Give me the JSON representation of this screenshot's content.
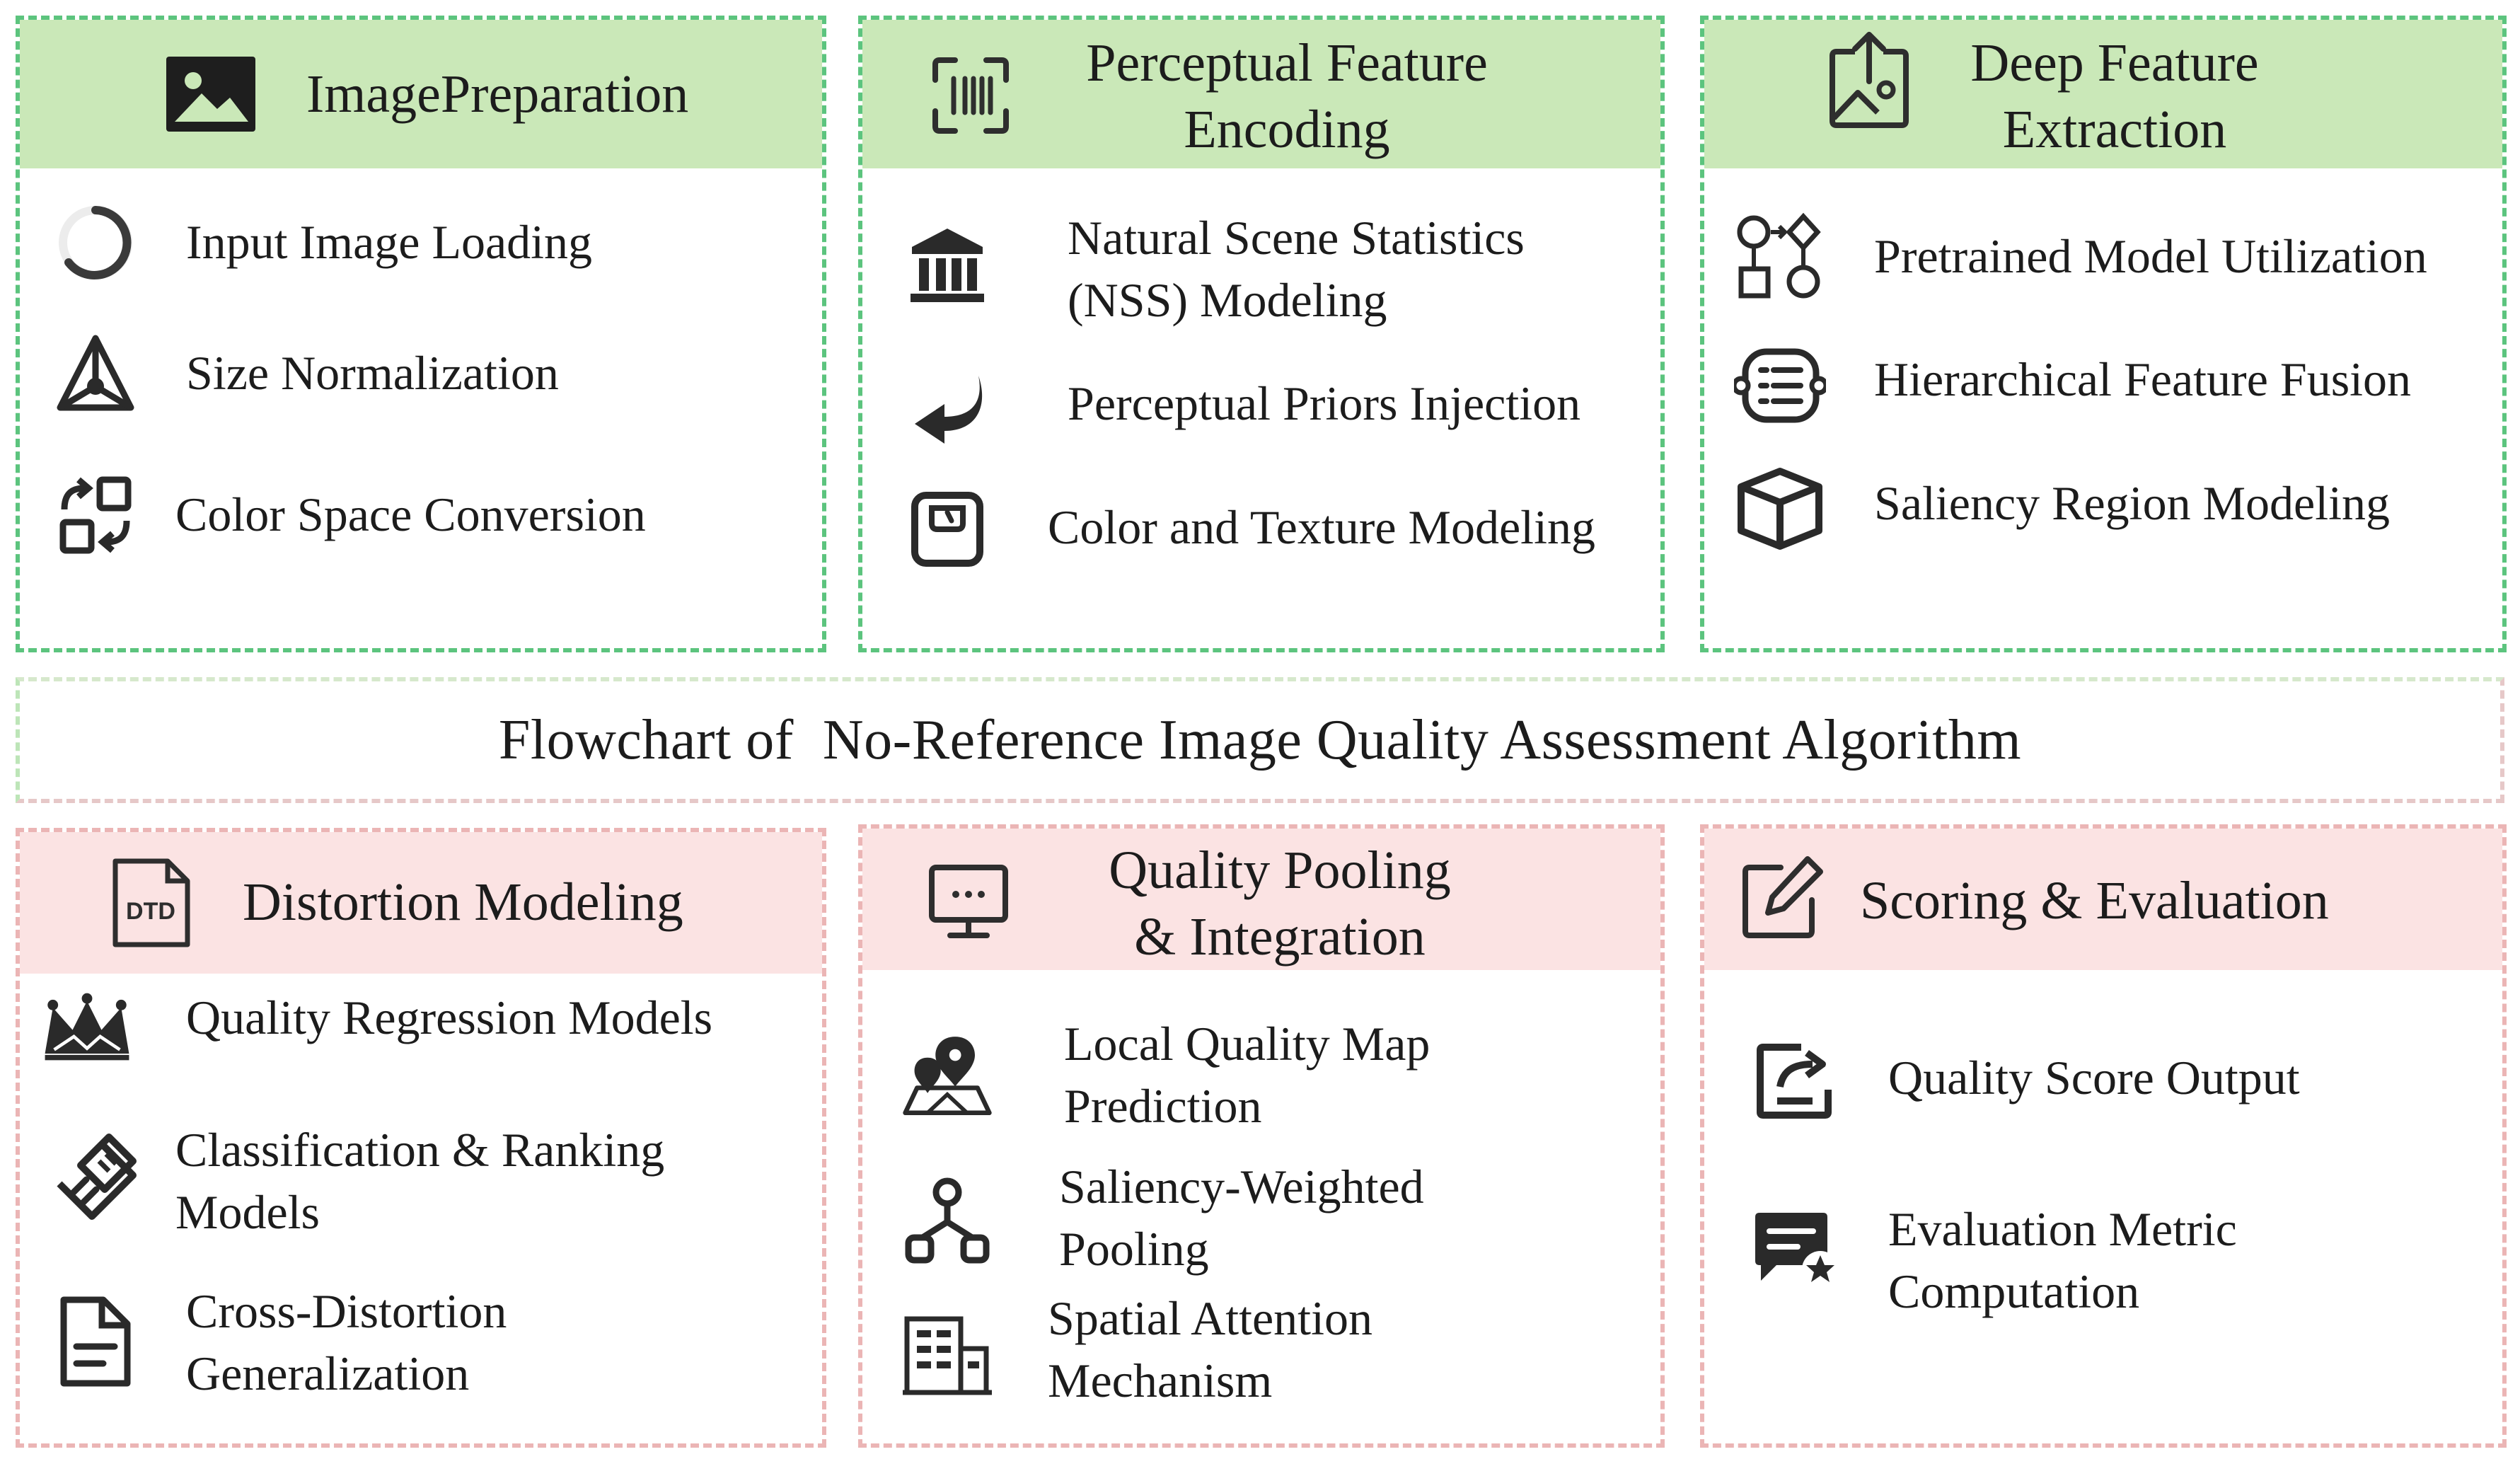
{
  "center_title": "Flowchart of  No-Reference Image Quality Assessment Algorithm",
  "colors": {
    "green_border": "#5cc47e",
    "green_header": "#cae8b8",
    "red_border": "#ebb5b5",
    "red_header": "#fbe3e3",
    "icon": "#333333"
  },
  "panels": {
    "image_preparation": {
      "title": "ImagePreparation",
      "icon": "image-icon",
      "items": [
        {
          "label": "Input Image Loading",
          "icon": "loading-spinner-icon"
        },
        {
          "label": "Size Normalization",
          "icon": "pyramid-icon"
        },
        {
          "label": "Color Space Conversion",
          "icon": "swap-squares-icon"
        }
      ]
    },
    "perceptual_feature_encoding": {
      "title_line1": "Perceptual Feature",
      "title_line2": "Encoding",
      "icon": "barcode-scan-icon",
      "items": [
        {
          "label_line1": "Natural Scene Statistics",
          "label_line2": "(NSS) Modeling",
          "icon": "bank-icon"
        },
        {
          "label": "Perceptual Priors Injection",
          "icon": "return-arrow-icon"
        },
        {
          "label": "Color and Texture Modeling",
          "icon": "scale-icon"
        }
      ]
    },
    "deep_feature_extraction": {
      "title_line1": "Deep Feature",
      "title_line2": "Extraction",
      "icon": "image-upload-icon",
      "items": [
        {
          "label": "Pretrained Model Utilization",
          "icon": "shapes-flow-icon"
        },
        {
          "label": "Hierarchical Feature Fusion",
          "icon": "list-toggle-icon"
        },
        {
          "label": "Saliency Region Modeling",
          "icon": "cube-icon"
        }
      ]
    },
    "distortion_modeling": {
      "title": "Distortion Modeling",
      "icon": "dtd-file-icon",
      "icon_text": "DTD",
      "items": [
        {
          "label": "Quality Regression Models",
          "icon": "crown-icon"
        },
        {
          "label_line1": "Classification & Ranking",
          "label_line2": "Models",
          "icon": "vial-rack-icon"
        },
        {
          "label_line1": "Cross-Distortion",
          "label_line2": "Generalization",
          "icon": "document-icon"
        }
      ]
    },
    "quality_pooling": {
      "title_line1": "Quality Pooling",
      "title_line2": "& Integration",
      "icon": "monitor-icon",
      "items": [
        {
          "label_line1": "Local Quality Map",
          "label_line2": "Prediction",
          "icon": "map-pins-icon"
        },
        {
          "label_line1": "Saliency-Weighted",
          "label_line2": "Pooling",
          "icon": "network-icon"
        },
        {
          "label_line1": "Spatial Attention",
          "label_line2": "Mechanism",
          "icon": "building-icon"
        }
      ]
    },
    "scoring_evaluation": {
      "title": "Scoring & Evaluation",
      "icon": "edit-icon",
      "items": [
        {
          "label": "Quality Score Output",
          "icon": "export-icon"
        },
        {
          "label_line1": "Evaluation Metric",
          "label_line2": "Computation",
          "icon": "message-star-icon"
        }
      ]
    }
  }
}
